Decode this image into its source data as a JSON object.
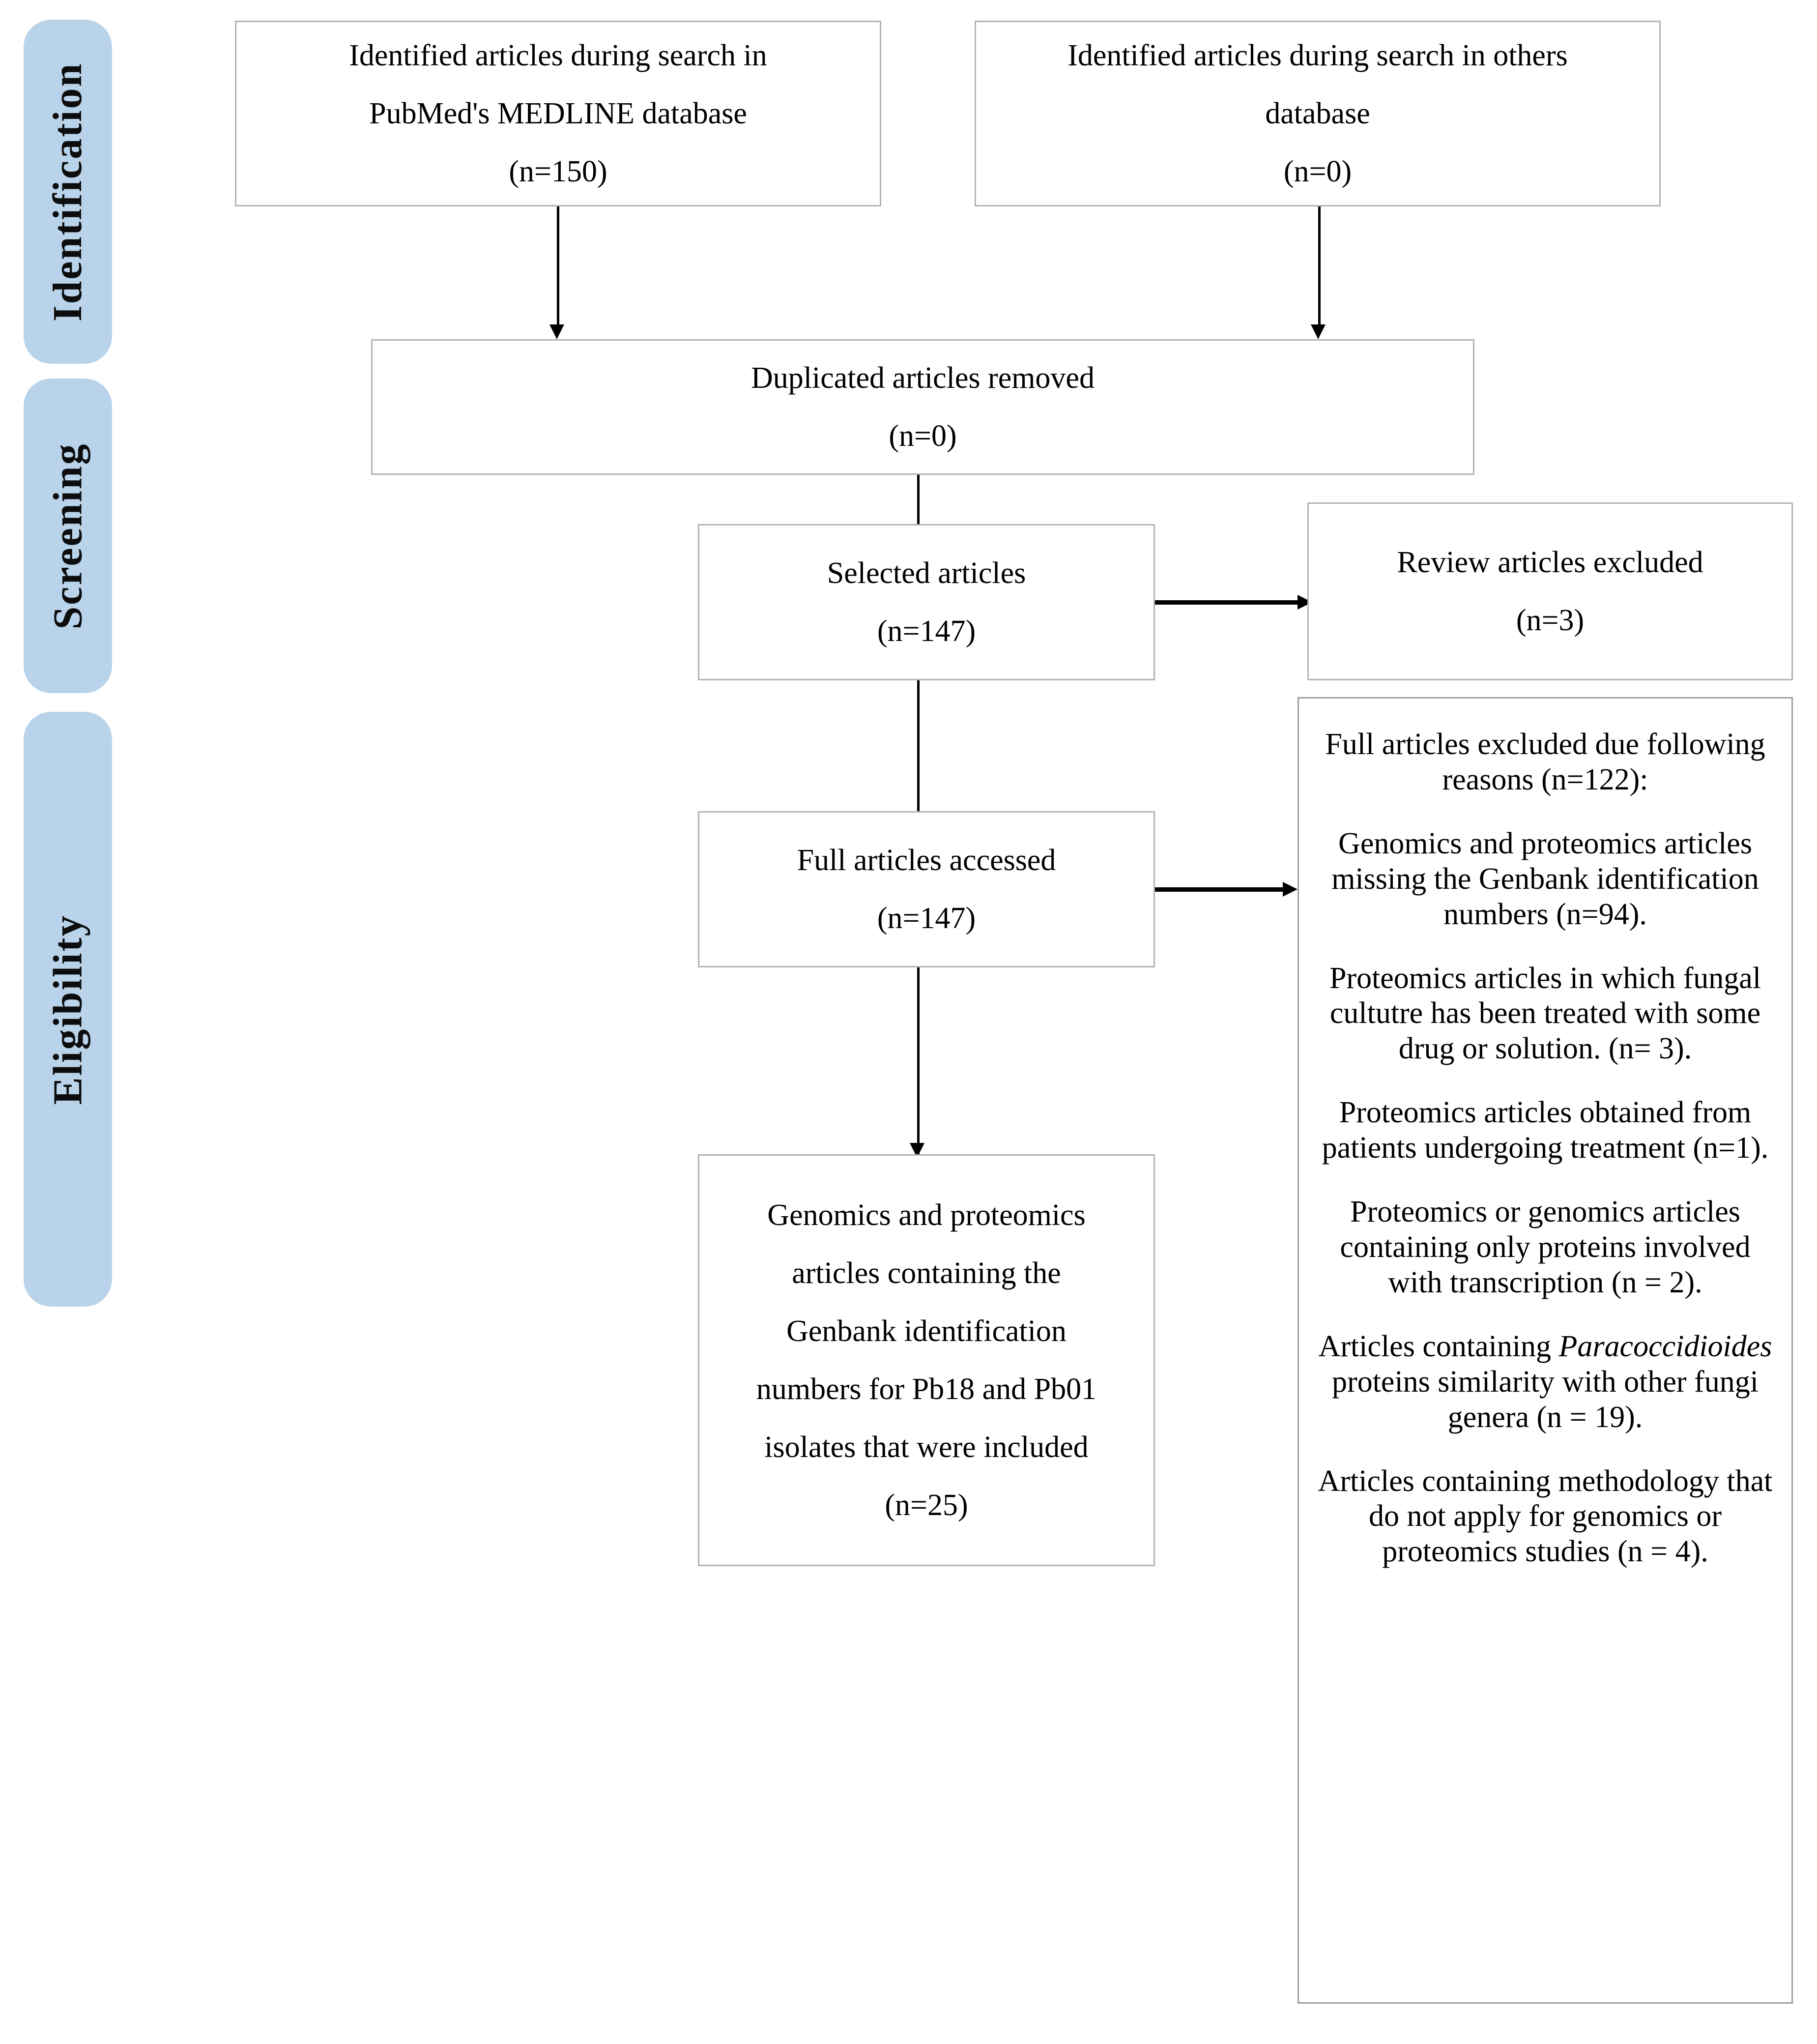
{
  "diagram": {
    "type": "prisma-flow-diagram",
    "title": "PRISMA article selection flow",
    "accent_color": "#b9d3ea",
    "box_border_color": "#b3b3b3",
    "connector_color": "#000000"
  },
  "stages": [
    {
      "id": "identification",
      "label": "Identification"
    },
    {
      "id": "screening",
      "label": "Screening"
    },
    {
      "id": "eligibility",
      "label": "Eligibility"
    }
  ],
  "boxes": {
    "identified_pubmed": {
      "line1": "Identified articles during search in",
      "line2": "PubMed's MEDLINE database",
      "count": "(n=150)"
    },
    "identified_others": {
      "line1": "Identified articles during search in others",
      "line2": "database",
      "count": "(n=0)"
    },
    "duplicates_removed": {
      "line1": "Duplicated articles removed",
      "count": "(n=0)"
    },
    "selected_articles": {
      "line1": "Selected articles",
      "count": "(n=147)"
    },
    "review_excluded": {
      "line1": "Review articles excluded",
      "count": "(n=3)"
    },
    "full_articles_accessed": {
      "line1": "Full articles accessed",
      "count": "(n=147)"
    },
    "included_articles": {
      "line1": "Genomics and proteomics",
      "line2": "articles containing the",
      "line3": "Genbank identification",
      "line4": "numbers for Pb18 and Pb01",
      "line5": "isolates that were included",
      "count": "(n=25)"
    }
  },
  "exclusions": {
    "heading": "Full articles excluded due following  reasons (n=122):",
    "reasons": [
      {
        "text": "Genomics and proteomics articles missing the Genbank identification numbers (n=94).",
        "n": 94
      },
      {
        "text": "Proteomics articles in which fungal cultutre has been treated with some drug or solution. (n= 3).",
        "n": 3
      },
      {
        "text": "Proteomics articles obtained from patients undergoing treatment (n=1).",
        "n": 1
      },
      {
        "text": "Proteomics or genomics articles containing only proteins involved with transcription (n = 2).",
        "n": 2
      },
      {
        "text_before_italic": "Articles containing ",
        "italic": "Paracoccidioides",
        "text_after_italic": " proteins similarity with other fungi genera (n = 19).",
        "n": 19
      },
      {
        "text": "Articles containing methodology  that do not apply for genomics or proteomics studies (n = 4).",
        "n": 4
      }
    ]
  }
}
